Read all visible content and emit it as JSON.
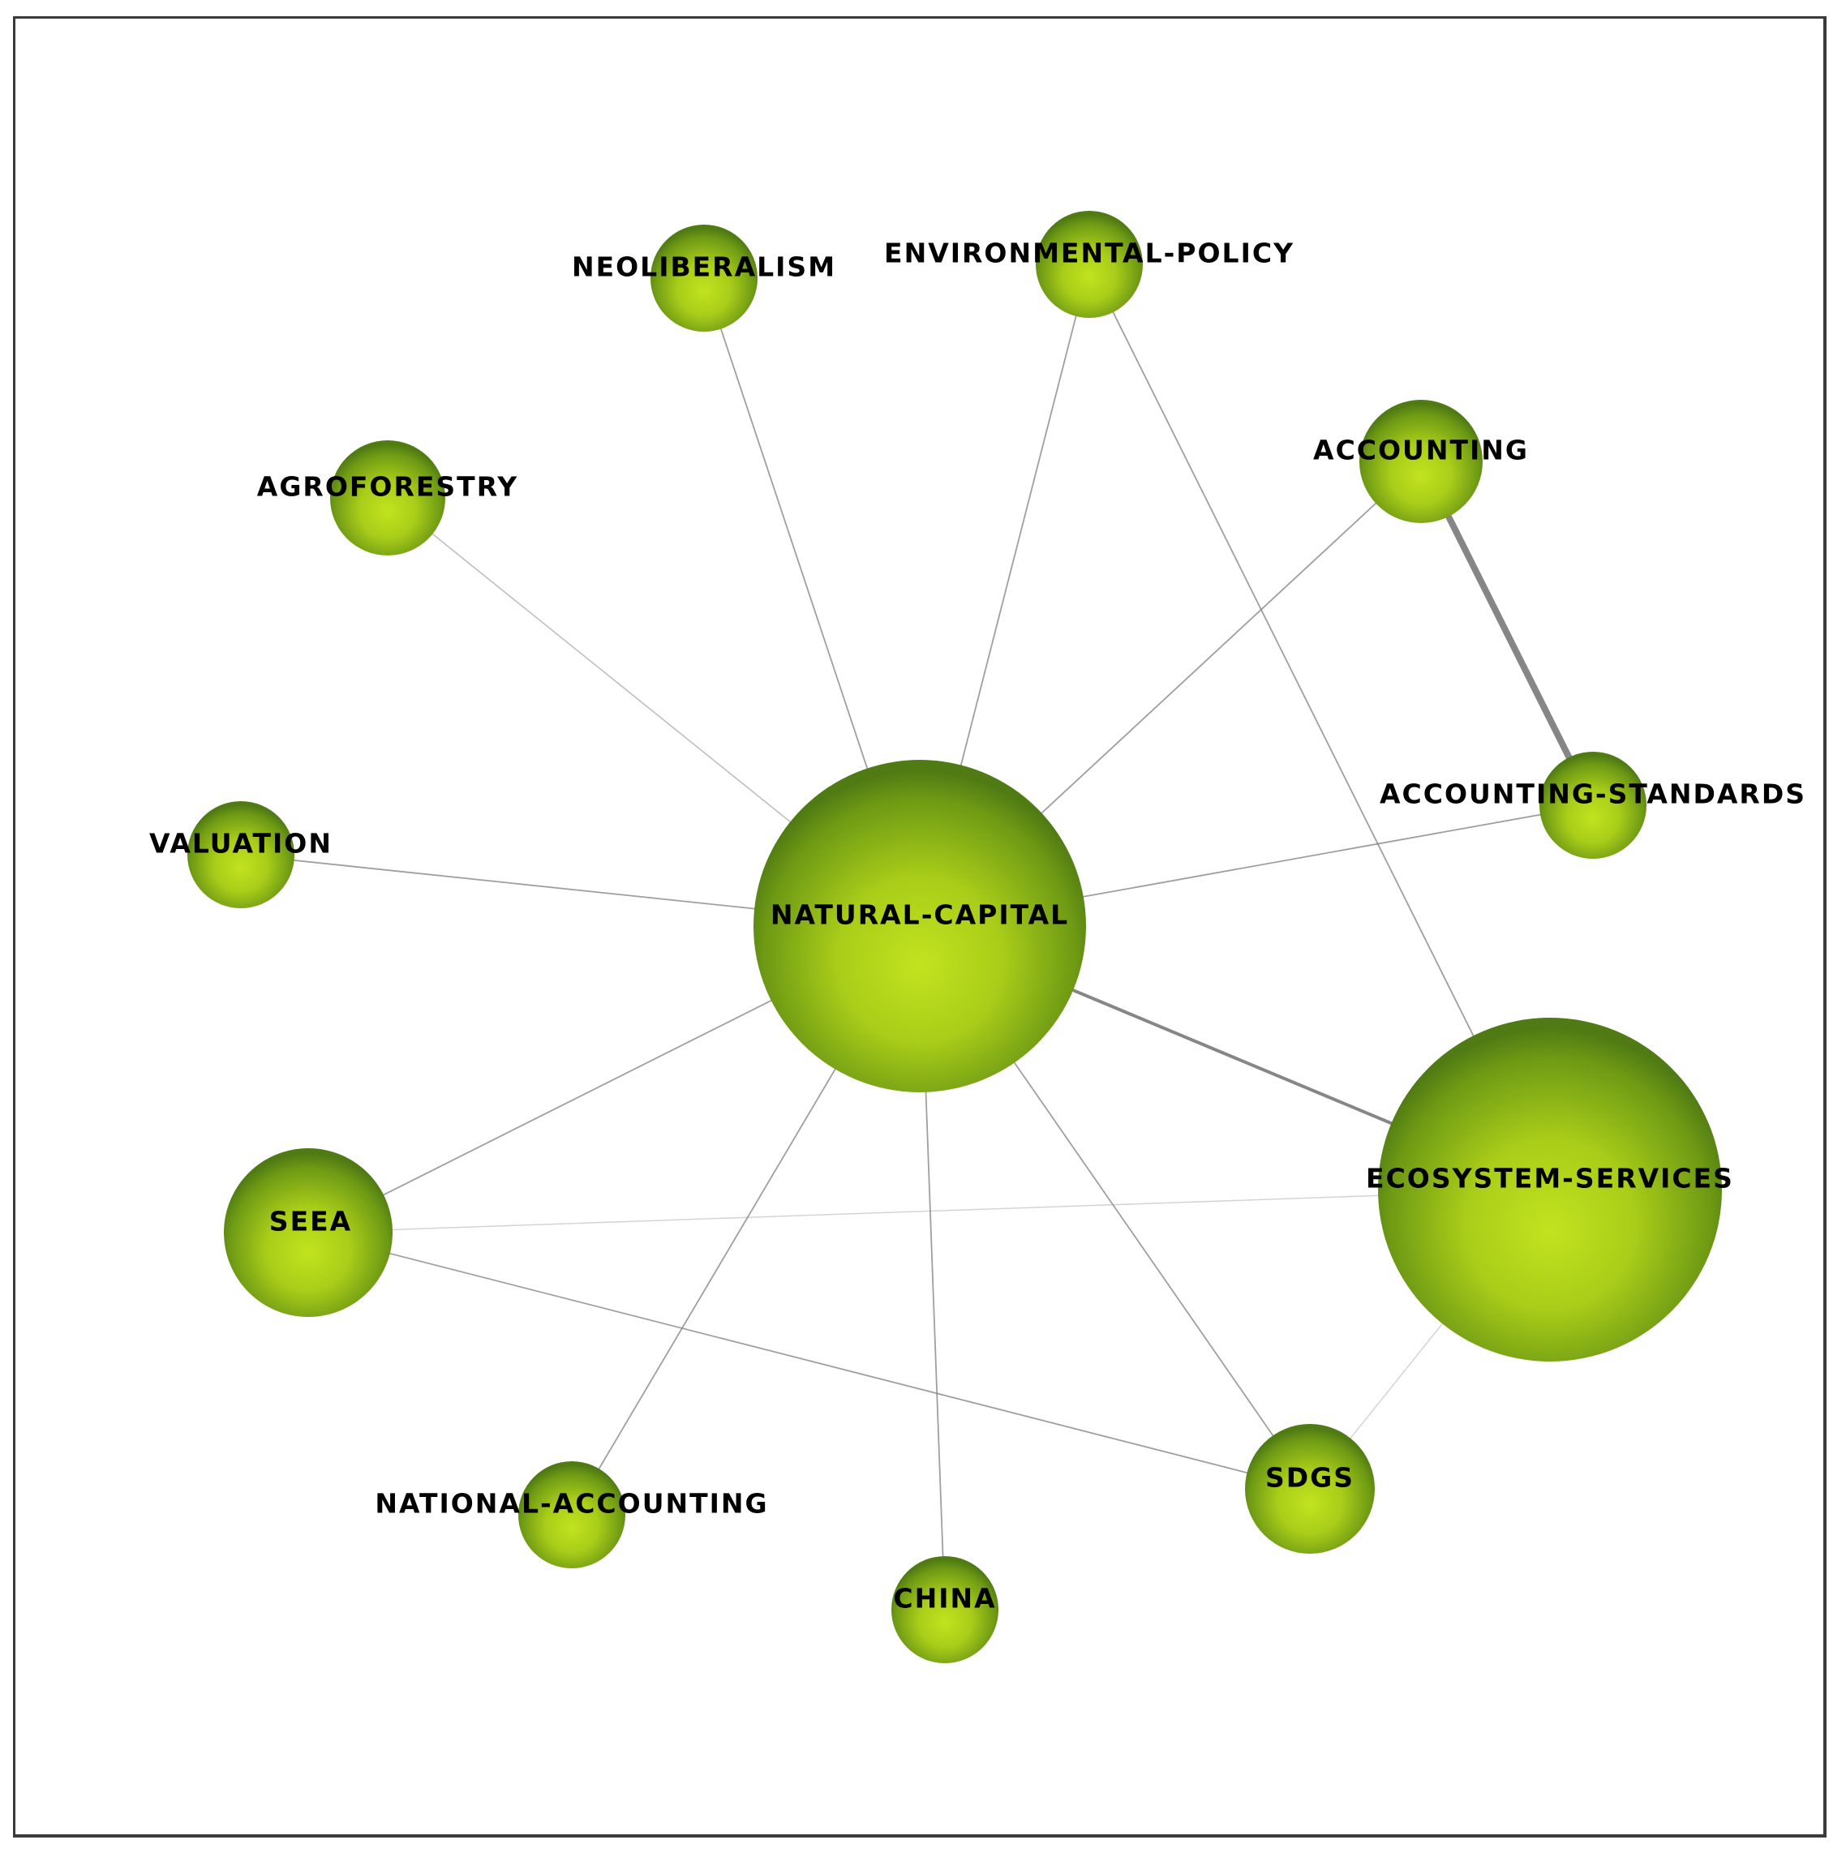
{
  "nodes": [
    {
      "id": "natural-capital",
      "label": "NATURAL-CAPITAL"
    },
    {
      "id": "ecosystem-services",
      "label": "ECOSYSTEM-SERVICES"
    },
    {
      "id": "seea",
      "label": "SEEA"
    },
    {
      "id": "sdgs",
      "label": "SDGS"
    },
    {
      "id": "accounting",
      "label": "ACCOUNTING"
    },
    {
      "id": "accounting-standards",
      "label": "ACCOUNTING-STANDARDS"
    },
    {
      "id": "neoliberalism",
      "label": "NEOLIBERALISM"
    },
    {
      "id": "environmental-policy",
      "label": "ENVIRONMENTAL-POLICY"
    },
    {
      "id": "agroforestry",
      "label": "AGROFORESTRY"
    },
    {
      "id": "valuation",
      "label": "VALUATION"
    },
    {
      "id": "national-accounting",
      "label": "NATIONAL-ACCOUNTING"
    },
    {
      "id": "china",
      "label": "CHINA"
    }
  ],
  "edges": [
    {
      "source": "natural-capital",
      "target": "neoliberalism"
    },
    {
      "source": "natural-capital",
      "target": "environmental-policy"
    },
    {
      "source": "natural-capital",
      "target": "accounting"
    },
    {
      "source": "natural-capital",
      "target": "agroforestry"
    },
    {
      "source": "natural-capital",
      "target": "valuation"
    },
    {
      "source": "natural-capital",
      "target": "accounting-standards"
    },
    {
      "source": "natural-capital",
      "target": "ecosystem-services"
    },
    {
      "source": "natural-capital",
      "target": "seea"
    },
    {
      "source": "natural-capital",
      "target": "national-accounting"
    },
    {
      "source": "natural-capital",
      "target": "china"
    },
    {
      "source": "natural-capital",
      "target": "sdgs"
    },
    {
      "source": "accounting",
      "target": "accounting-standards"
    },
    {
      "source": "environmental-policy",
      "target": "ecosystem-services"
    },
    {
      "source": "seea",
      "target": "ecosystem-services"
    },
    {
      "source": "seea",
      "target": "sdgs"
    },
    {
      "source": "ecosystem-services",
      "target": "sdgs"
    }
  ],
  "colors": {
    "node_center": "#c2e31e",
    "node_mid": "#a0c518",
    "node_edge": "#4f7a14",
    "edge": "#7f7f7f",
    "label": "#000000",
    "frame": "#3a3a3a"
  }
}
